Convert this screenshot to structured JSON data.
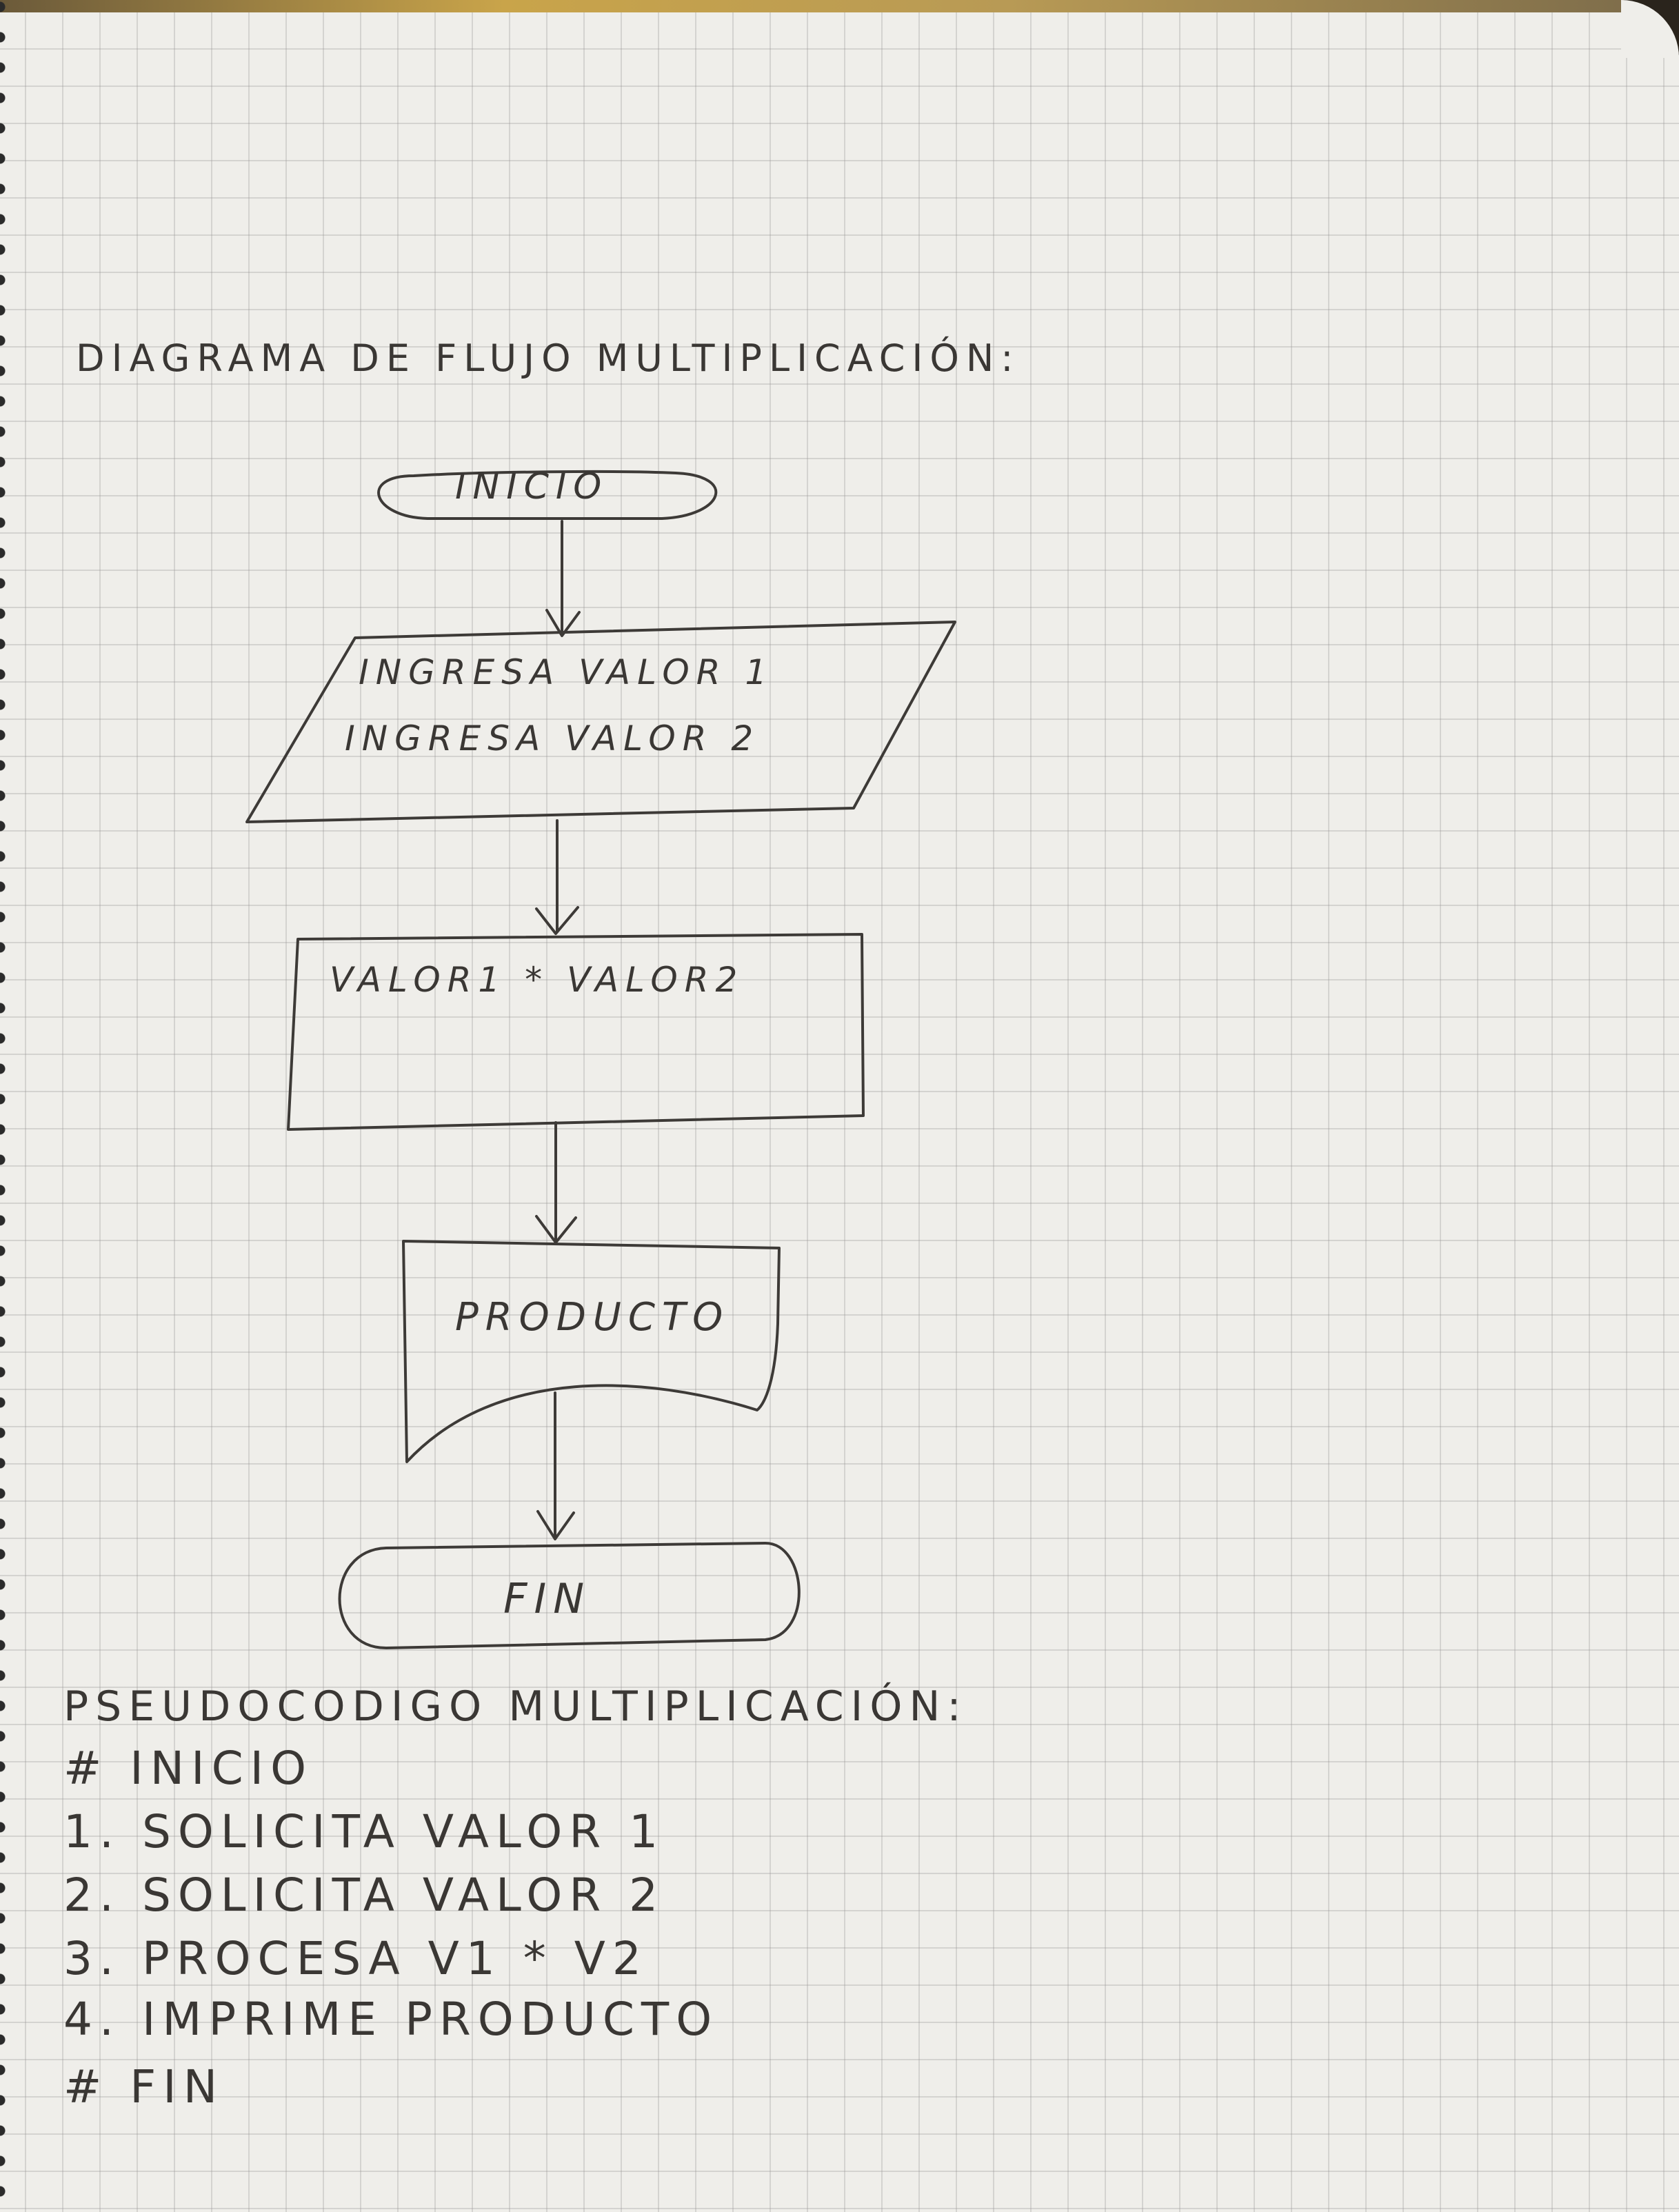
{
  "diagram": {
    "title": "DIAGRAMA DE FLUJO MULTIPLICACIÓN:",
    "start_label": "INICIO",
    "input_line_1": "INGRESA VALOR 1",
    "input_line_2": "INGRESA VALOR 2",
    "process_label": "VALOR1 * VALOR2",
    "output_label": "PRODUCTO",
    "end_label": "FIN"
  },
  "pseudocode": {
    "title": "PSEUDOCODIGO MULTIPLICACIÓN:",
    "lines": [
      "# INICIO",
      "1. SOLICITA VALOR 1",
      "2. SOLICITA VALOR 2",
      "3. PROCESA V1 * V2",
      "4. IMPRIME PRODUCTO",
      "# FIN"
    ]
  },
  "colors": {
    "ink": "#3d3a37",
    "paper": "#efeeea",
    "grid": "#b5b5b5"
  }
}
